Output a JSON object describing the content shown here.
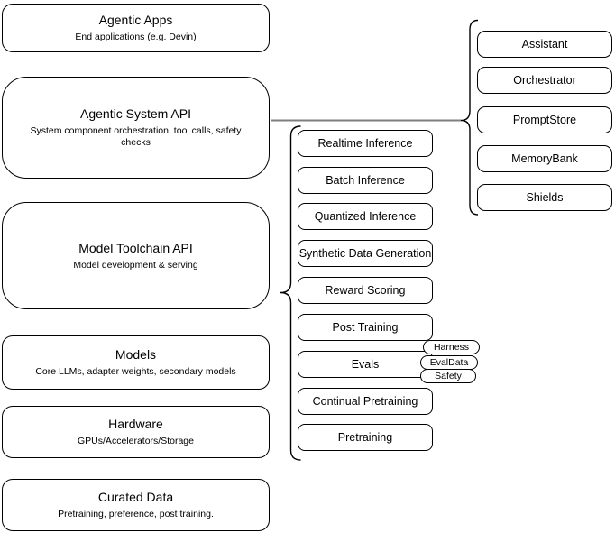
{
  "diagram": {
    "left_stack": [
      {
        "title": "Agentic Apps",
        "subtitle": "End applications (e.g. Devin)"
      },
      {
        "title": "Agentic System API",
        "subtitle": "System component orchestration, tool calls, safety checks"
      },
      {
        "title": "Model Toolchain API",
        "subtitle": "Model development & serving"
      },
      {
        "title": "Models",
        "subtitle": "Core LLMs, adapter weights, secondary models"
      },
      {
        "title": "Hardware",
        "subtitle": "GPUs/Accelerators/Storage"
      },
      {
        "title": "Curated Data",
        "subtitle": "Pretraining, preference, post training."
      }
    ],
    "toolchain_components": [
      "Realtime Inference",
      "Batch Inference",
      "Quantized Inference",
      "Synthetic Data Generation",
      "Reward Scoring",
      "Post Training",
      "Evals",
      "Continual Pretraining",
      "Pretraining"
    ],
    "eval_tags": [
      "Harness",
      "EvalData",
      "Safety"
    ],
    "system_components": [
      "Assistant",
      "Orchestrator",
      "PromptStore",
      "MemoryBank",
      "Shields"
    ],
    "colors": {
      "stroke": "#000000",
      "connector_line": "#7f7f7f",
      "node_fill": "#ffffff"
    }
  }
}
